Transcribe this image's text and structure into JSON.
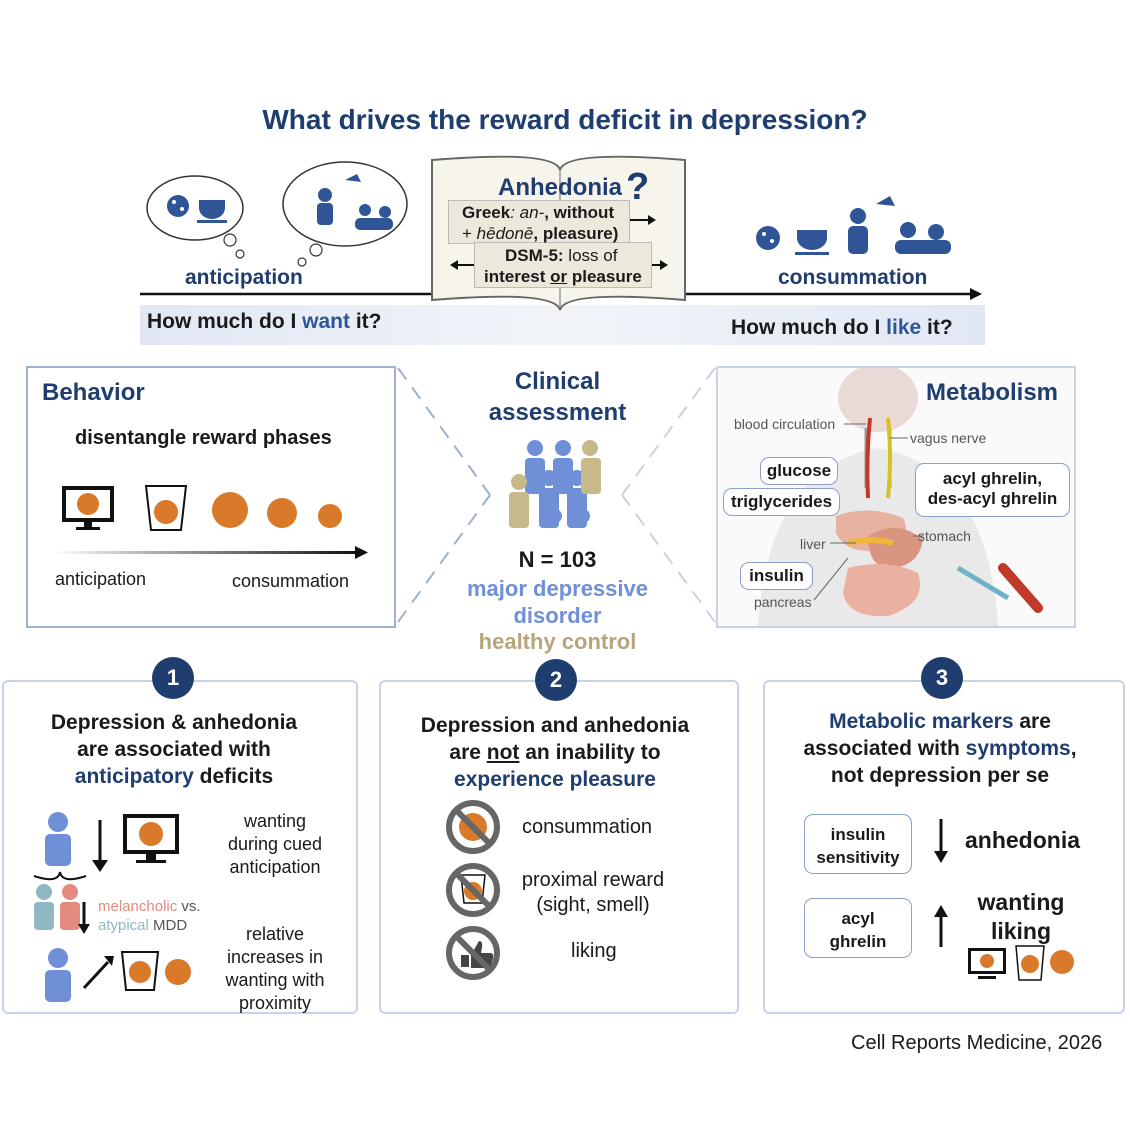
{
  "title": "What drives the reward deficit in depression?",
  "top": {
    "anticipation": "anticipation",
    "consummation": "consummation",
    "want_q_prefix": "How much do I ",
    "want_q_word": "want",
    "want_q_suffix": " it?",
    "like_q_prefix": "How much do I ",
    "like_q_word": "like",
    "like_q_suffix": " it?",
    "book": {
      "heading": "Anhedonia",
      "mark": "?",
      "greek_line1_a": "Greek",
      "greek_line1_b": ": an-",
      "greek_line1_c": ", without",
      "greek_line2_a": "+ ",
      "greek_line2_b": "hēdonē",
      "greek_line2_c": ", pleasure)",
      "dsm_line1_a": "DSM-5:",
      "dsm_line1_b": " loss of",
      "dsm_line2_a": "interest ",
      "dsm_line2_b": "or",
      "dsm_line2_c": " pleasure"
    }
  },
  "behavior": {
    "heading": "Behavior",
    "subtitle": "disentangle reward phases",
    "label_left": "anticipation",
    "label_right": "consummation"
  },
  "clinical": {
    "heading_line1": "Clinical",
    "heading_line2": "assessment",
    "n": "N = 103",
    "mdd_line1": "major depressive",
    "mdd_line2": "disorder",
    "hc": "healthy control"
  },
  "metabolism": {
    "heading": "Metabolism",
    "blood": "blood circulation",
    "vagus": "vagus nerve",
    "glucose": "glucose",
    "triglycerides": "triglycerides",
    "ghrelin_line1": "acyl ghrelin,",
    "ghrelin_line2": "des-acyl ghrelin",
    "liver": "liver",
    "stomach": "stomach",
    "insulin": "insulin",
    "pancreas": "pancreas"
  },
  "panel1": {
    "number": "1",
    "line1": "Depression & anhedonia",
    "line2": "are associated with",
    "line3_a": "anticipatory",
    "line3_b": " deficits",
    "wanting_1": "wanting",
    "wanting_2": "during cued",
    "wanting_3": "anticipation",
    "melancholic": "melancholic",
    "vs": " vs.",
    "atypical": "atypical",
    "mdd": " MDD",
    "rel_1": "relative",
    "rel_2": "increases in",
    "rel_3": "wanting with",
    "rel_4": "proximity"
  },
  "panel2": {
    "number": "2",
    "line1": "Depression and anhedonia",
    "line2_a": "are ",
    "line2_b": "not",
    "line2_c": " an inability to",
    "line3": "experience pleasure",
    "item1": "consummation",
    "item2_1": "proximal reward",
    "item2_2": "(sight, smell)",
    "item3": "liking"
  },
  "panel3": {
    "number": "3",
    "line1_a": "Metabolic markers",
    "line1_b": " are",
    "line2_a": "associated with ",
    "line2_b": "symptoms",
    "line2_c": ",",
    "line3": "not depression per se",
    "insulin_1": "insulin",
    "insulin_2": "sensitivity",
    "anhedonia": "anhedonia",
    "acyl_1": "acyl",
    "acyl_2": "ghrelin",
    "wanting": "wanting",
    "liking": "liking"
  },
  "citation": "Cell Reports Medicine, 2026",
  "colors": {
    "navy": "#1f3d6e",
    "blue": "#2f5597",
    "mdd": "#6f8fd6",
    "hc": "#b7a67d",
    "cookie": "#d9792a",
    "melancholic": "#e48b80",
    "atypical": "#8fb8c4"
  }
}
